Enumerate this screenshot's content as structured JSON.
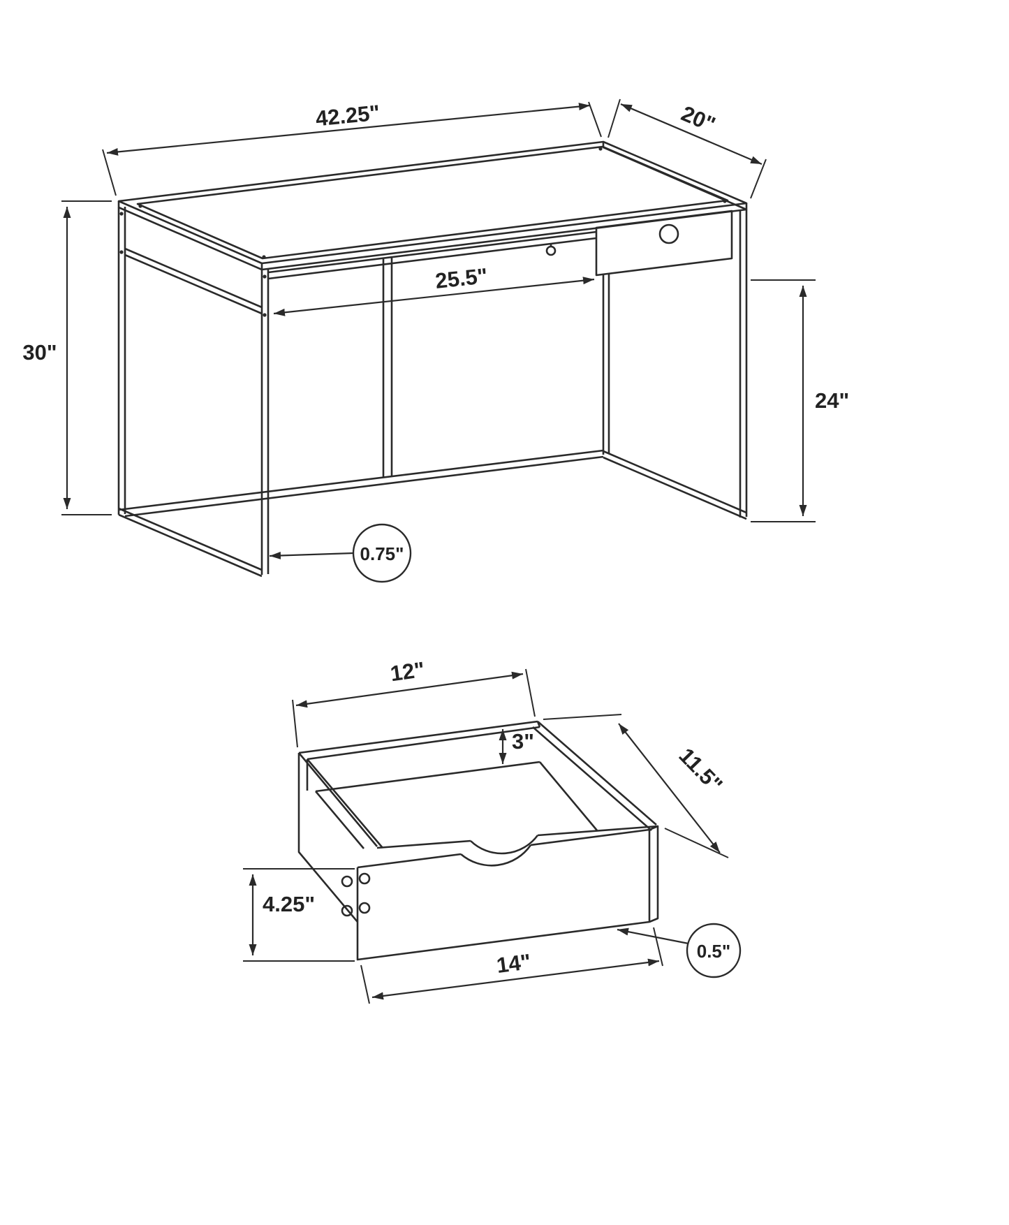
{
  "style": {
    "background": "#ffffff",
    "line_color": "#2a2a2a",
    "text_color": "#222222"
  },
  "desk_diagram": {
    "dimensions": {
      "top_width": "42.25\"",
      "top_depth": "20\"",
      "overall_height": "30\"",
      "knee_space_width": "25.5\"",
      "knee_space_height": "24\"",
      "frame_tube": "0.75\""
    }
  },
  "drawer_diagram": {
    "dimensions": {
      "inner_width": "12\"",
      "inner_height": "3\"",
      "depth": "11.5\"",
      "front_height": "4.25\"",
      "panel_thickness": "0.5\"",
      "outer_width": "14\""
    }
  }
}
